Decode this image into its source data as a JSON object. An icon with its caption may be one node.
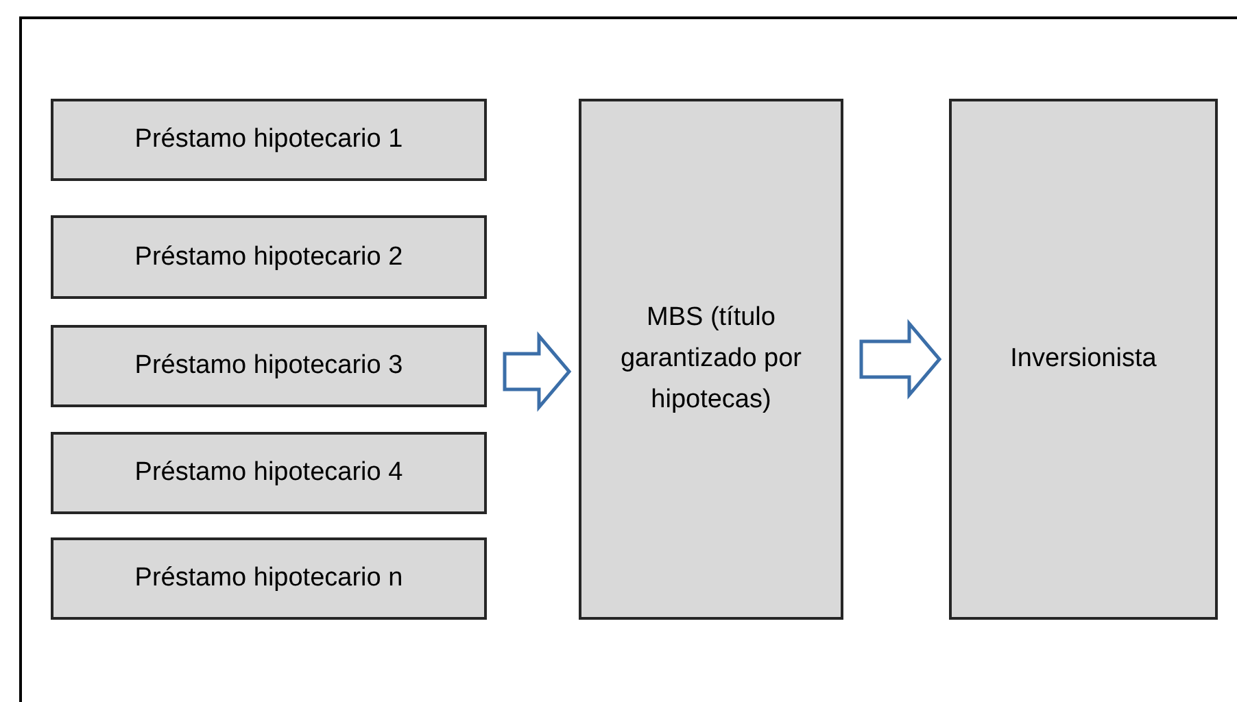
{
  "diagram": {
    "nodes": [
      {
        "text": [
          "Préstamo hipotecario 1"
        ]
      },
      {
        "text": [
          "Préstamo hipotecario 2"
        ]
      },
      {
        "text": [
          "Préstamo hipotecario 3"
        ]
      },
      {
        "text": [
          "Préstamo hipotecario 4"
        ]
      },
      {
        "text": [
          "Préstamo hipotecario n"
        ]
      },
      {
        "text": [
          "MBS (título garantizado por hipotecas)"
        ]
      },
      {
        "text": [
          "Inversionista"
        ]
      }
    ],
    "edges": [
      {
        "from": 2,
        "to": 5,
        "arrow": "to"
      },
      {
        "from": 5,
        "to": 6,
        "arrow": "to"
      }
    ]
  }
}
